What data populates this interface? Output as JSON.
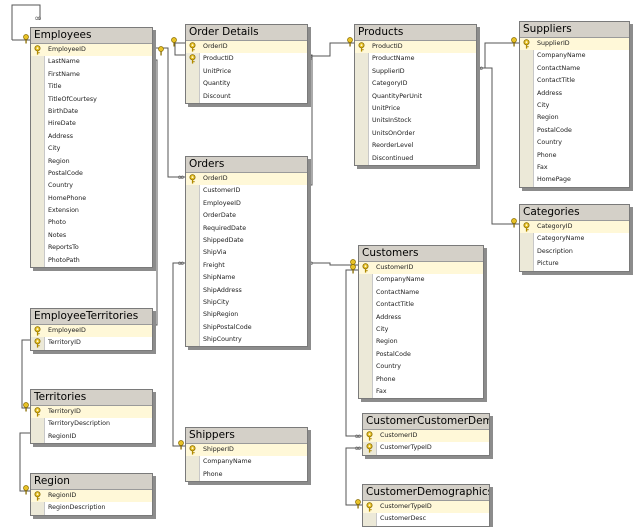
{
  "tables": [
    {
      "id": "employees",
      "title": "Employees",
      "primary_keys": [
        "EmployeeID"
      ],
      "columns": [
        "EmployeeID",
        "LastName",
        "FirstName",
        "Title",
        "TitleOfCourtesy",
        "BirthDate",
        "HireDate",
        "Address",
        "City",
        "Region",
        "PostalCode",
        "Country",
        "HomePhone",
        "Extension",
        "Photo",
        "Notes",
        "ReportsTo",
        "PhotoPath"
      ]
    },
    {
      "id": "order-details",
      "title": "Order Details",
      "primary_keys": [
        "OrderID",
        "ProductID"
      ],
      "columns": [
        "OrderID",
        "ProductID",
        "UnitPrice",
        "Quantity",
        "Discount"
      ]
    },
    {
      "id": "products",
      "title": "Products",
      "primary_keys": [
        "ProductID"
      ],
      "columns": [
        "ProductID",
        "ProductName",
        "SupplierID",
        "CategoryID",
        "QuantityPerUnit",
        "UnitPrice",
        "UnitsInStock",
        "UnitsOnOrder",
        "ReorderLevel",
        "Discontinued"
      ]
    },
    {
      "id": "suppliers",
      "title": "Suppliers",
      "primary_keys": [
        "SupplierID"
      ],
      "columns": [
        "SupplierID",
        "CompanyName",
        "ContactName",
        "ContactTitle",
        "Address",
        "City",
        "Region",
        "PostalCode",
        "Country",
        "Phone",
        "Fax",
        "HomePage"
      ]
    },
    {
      "id": "orders",
      "title": "Orders",
      "primary_keys": [
        "OrderID"
      ],
      "columns": [
        "OrderID",
        "CustomerID",
        "EmployeeID",
        "OrderDate",
        "RequiredDate",
        "ShippedDate",
        "ShipVia",
        "Freight",
        "ShipName",
        "ShipAddress",
        "ShipCity",
        "ShipRegion",
        "ShipPostalCode",
        "ShipCountry"
      ]
    },
    {
      "id": "categories",
      "title": "Categories",
      "primary_keys": [
        "CategoryID"
      ],
      "columns": [
        "CategoryID",
        "CategoryName",
        "Description",
        "Picture"
      ]
    },
    {
      "id": "customers",
      "title": "Customers",
      "primary_keys": [
        "CustomerID"
      ],
      "columns": [
        "CustomerID",
        "CompanyName",
        "ContactName",
        "ContactTitle",
        "Address",
        "City",
        "Region",
        "PostalCode",
        "Country",
        "Phone",
        "Fax"
      ]
    },
    {
      "id": "employee-territories",
      "title": "EmployeeTerritories",
      "primary_keys": [
        "EmployeeID",
        "TerritoryID"
      ],
      "columns": [
        "EmployeeID",
        "TerritoryID"
      ]
    },
    {
      "id": "territories",
      "title": "Territories",
      "primary_keys": [
        "TerritoryID"
      ],
      "columns": [
        "TerritoryID",
        "TerritoryDescription",
        "RegionID"
      ]
    },
    {
      "id": "customer-customer-demo",
      "title": "CustomerCustomerDemo",
      "primary_keys": [
        "CustomerID",
        "CustomerTypeID"
      ],
      "columns": [
        "CustomerID",
        "CustomerTypeID"
      ]
    },
    {
      "id": "shippers",
      "title": "Shippers",
      "primary_keys": [
        "ShipperID"
      ],
      "columns": [
        "ShipperID",
        "CompanyName",
        "Phone"
      ]
    },
    {
      "id": "region",
      "title": "Region",
      "primary_keys": [
        "RegionID"
      ],
      "columns": [
        "RegionID",
        "RegionDescription"
      ]
    },
    {
      "id": "customer-demographics",
      "title": "CustomerDemographics",
      "primary_keys": [
        "CustomerTypeID"
      ],
      "columns": [
        "CustomerTypeID",
        "CustomerDesc"
      ]
    }
  ],
  "relationships": [
    {
      "from": "employees",
      "to": "employees"
    },
    {
      "from": "employees",
      "to": "orders"
    },
    {
      "from": "employees",
      "to": "employee-territories"
    },
    {
      "from": "orders",
      "to": "order-details"
    },
    {
      "from": "products",
      "to": "order-details"
    },
    {
      "from": "suppliers",
      "to": "products"
    },
    {
      "from": "categories",
      "to": "products"
    },
    {
      "from": "customers",
      "to": "orders"
    },
    {
      "from": "shippers",
      "to": "orders"
    },
    {
      "from": "territories",
      "to": "employee-territories"
    },
    {
      "from": "region",
      "to": "territories"
    },
    {
      "from": "customers",
      "to": "customer-customer-demo"
    },
    {
      "from": "customer-demographics",
      "to": "customer-customer-demo"
    }
  ],
  "colors": {
    "title_bar": "#d4d0c8",
    "connector": "#555555",
    "key": "#e8c227",
    "shadow": "#8c8c8c"
  },
  "icons": {
    "primary_key": "key-icon"
  }
}
